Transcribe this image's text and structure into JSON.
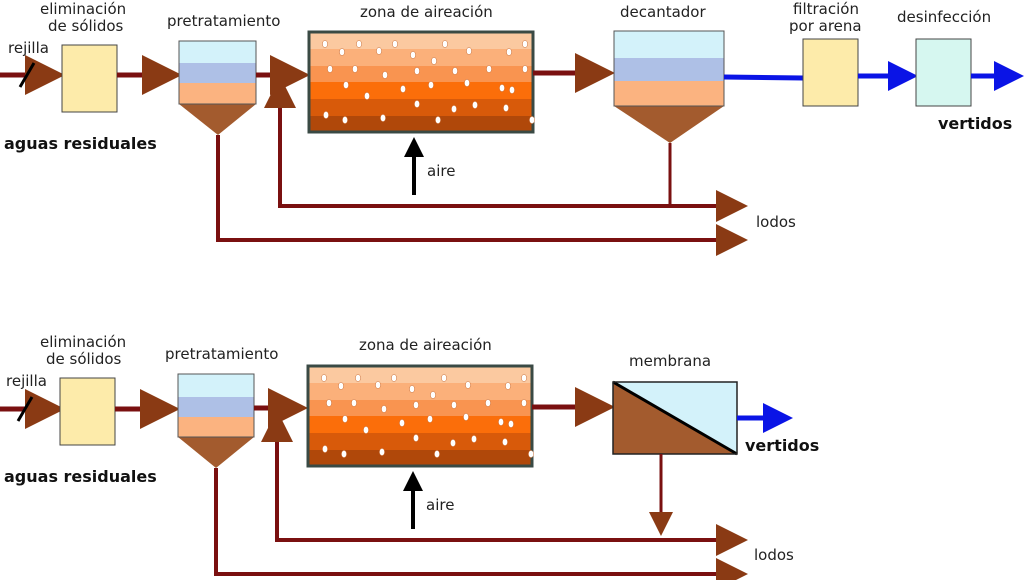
{
  "colors": {
    "sludge_pipe": "#7a1010",
    "arrow_head": "#8a3a14",
    "clean_water": "#0a14e6",
    "box_yellow": "#fdebaa",
    "box_mint": "#d6f7f0",
    "water_light": "#d3f2fa",
    "water_blue": "#aec0e6",
    "water_peach": "#fbb380",
    "sludge_brown": "#a35b2e"
  },
  "diagram_top": {
    "title": "conventional",
    "labels": {
      "rejilla": "rejilla",
      "solids_1": "eliminación",
      "solids_2": "de sólidos",
      "pretreatment": "pretratamiento",
      "aeration": "zona de aireación",
      "clarifier": "decantador",
      "sand_1": "filtración",
      "sand_2": "por arena",
      "disinfection": "desinfección",
      "influent": "aguas residuales",
      "effluent": "vertidos",
      "air": "aire",
      "sludge": "lodos"
    }
  },
  "diagram_bottom": {
    "title": "membrane bioreactor",
    "labels": {
      "rejilla": "rejilla",
      "solids_1": "eliminación",
      "solids_2": "de sólidos",
      "pretreatment": "pretratamiento",
      "aeration": "zona de aireación",
      "membrane": "membrana",
      "influent": "aguas residuales",
      "effluent": "vertidos",
      "air": "aire",
      "sludge": "lodos"
    }
  }
}
